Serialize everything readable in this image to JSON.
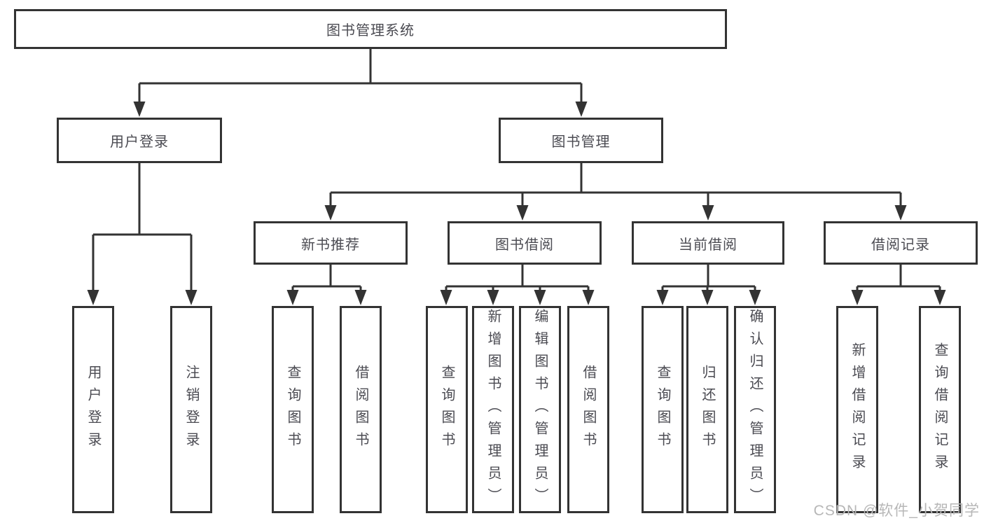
{
  "watermark": "CSDN @软件_小贺同学",
  "colors": {
    "line": "#333333",
    "box_border": "#333333",
    "text": "#4b4b52",
    "watermark": "#b7b7b7",
    "background": "#ffffff"
  },
  "tree": {
    "root": {
      "label": "图书管理系统",
      "children": [
        {
          "label": "用户登录",
          "children": [
            {
              "label": "用户登录"
            },
            {
              "label": "注销登录"
            }
          ]
        },
        {
          "label": "图书管理",
          "children": [
            {
              "label": "新书推荐",
              "children": [
                {
                  "label": "查询图书"
                },
                {
                  "label": "借阅图书"
                }
              ]
            },
            {
              "label": "图书借阅",
              "children": [
                {
                  "label": "查询图书"
                },
                {
                  "label": "新增图书（管理员）"
                },
                {
                  "label": "编辑图书（管理员）"
                },
                {
                  "label": "借阅图书"
                }
              ]
            },
            {
              "label": "当前借阅",
              "children": [
                {
                  "label": "查询图书"
                },
                {
                  "label": "归还图书"
                },
                {
                  "label": "确认归还（管理员）"
                }
              ]
            },
            {
              "label": "借阅记录",
              "children": [
                {
                  "label": "新增借阅记录"
                },
                {
                  "label": "查询借阅记录"
                }
              ]
            }
          ]
        }
      ]
    }
  }
}
